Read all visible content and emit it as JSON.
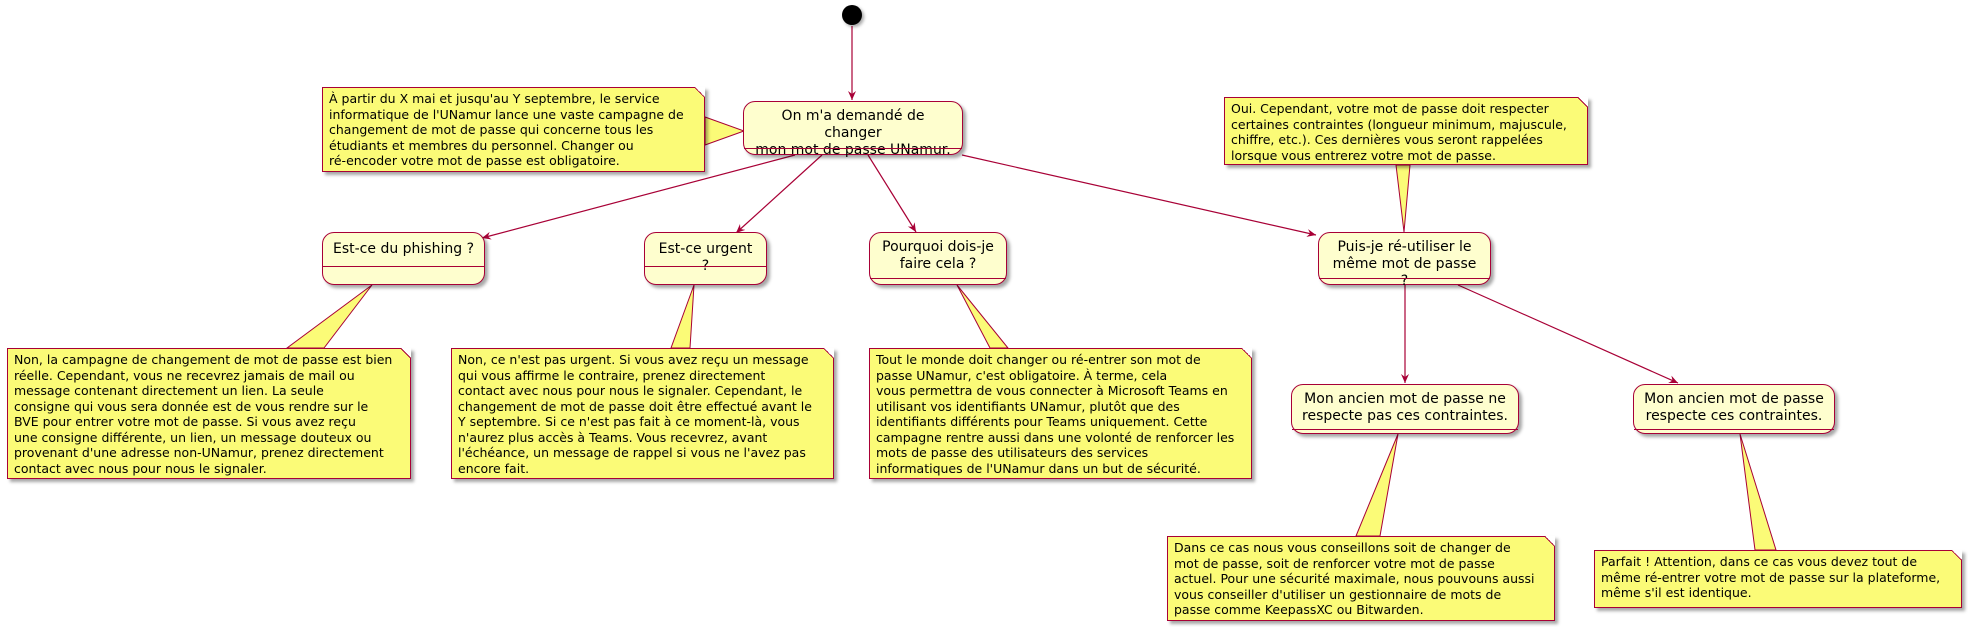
{
  "colors": {
    "state_fill": "#FEFECE",
    "state_border": "#A80036",
    "note_fill": "#FBFB77",
    "arrow": "#A80036"
  },
  "diagram": {
    "states": {
      "start": "On m'a demandé de changer\nmon mot de passe UNamur.",
      "phishing": "Est-ce du phishing ?",
      "urgent": "Est-ce urgent ?",
      "why": "Pourquoi dois-je\nfaire cela ?",
      "reuse": "Puis-je ré-utiliser le\nmême mot de passe ?",
      "not_respect": "Mon ancien mot de passe ne\nrespecte pas ces contraintes.",
      "respect": "Mon ancien mot de passe\nrespecte ces contraintes."
    },
    "notes": {
      "campaign": "À partir du X mai et jusqu'au Y septembre, le service\ninformatique de l'UNamur lance une vaste campagne de\nchangement de mot de passe qui concerne tous les\nétudiants et membres du personnel. Changer ou\nré-encoder votre mot de passe est obligatoire.",
      "constraints": "Oui. Cependant, votre mot de passe doit respecter\ncertaines contraintes (longueur minimum, majuscule,\nchiffre, etc.). Ces dernières vous seront rappelées\nlorsque vous entrerez votre mot de passe.",
      "phishing": "Non, la campagne de changement de mot de passe est bien\nréelle. Cependant, vous ne recevrez jamais de mail ou\nmessage contenant directement un lien. La seule\nconsigne qui vous sera donnée est de vous rendre sur le\nBVE pour entrer votre mot de passe. Si vous avez reçu\nune consigne différente, un lien, un message douteux ou\nprovenant d'une adresse non-UNamur, prenez directement\ncontact avec nous pour nous le signaler.",
      "urgent": "Non, ce n'est pas urgent. Si vous avez reçu un message\nqui vous affirme le contraire, prenez directement\ncontact avec nous pour nous le signaler. Cependant, le\nchangement de mot de passe doit être effectué avant le\nY septembre. Si ce n'est pas fait à ce moment-là, vous\nn'aurez plus accès à Teams. Vous recevrez, avant\nl'échéance, un message de rappel si vous ne l'avez pas\nencore fait.",
      "why": "Tout le monde doit changer ou ré-entrer son mot de\npasse UNamur, c'est obligatoire. À terme, cela\nvous permettra de vous connecter à Microsoft Teams en\nutilisant vos identifiants UNamur, plutôt que des\nidentifiants différents pour Teams uniquement. Cette\ncampagne rentre aussi dans une volonté de renforcer les\nmots de passe des utilisateurs des services\ninformatiques de l'UNamur dans un but de sécurité.",
      "not_respect": "Dans ce cas nous vous conseillons soit de changer de\nmot de passe, soit de renforcer votre mot de passe\nactuel. Pour une sécurité maximale, nous pouvouns aussi\nvous conseiller d'utiliser un gestionnaire de mots de\npasse comme KeepassXC ou Bitwarden.",
      "respect": "Parfait ! Attention, dans ce cas vous devez tout de\nmême ré-entrer votre mot de passe sur la plateforme,\nmême s'il est identique."
    }
  }
}
